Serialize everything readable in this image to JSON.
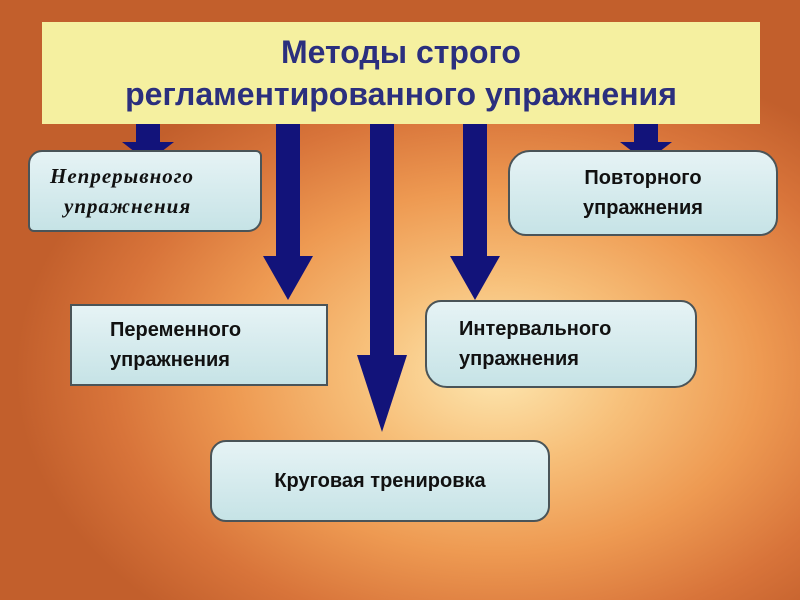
{
  "title": {
    "line1": "Методы строго",
    "line2": "регламентированного  упражнения"
  },
  "nodes": {
    "continuous": {
      "line1": "Непрерывного",
      "line2": "упражнения"
    },
    "repeated": {
      "line1": "Повторного",
      "line2": "упражнения"
    },
    "variable": {
      "line1": "Переменного",
      "line2": "упражнения"
    },
    "interval": {
      "line1": "Интервального",
      "line2": "упражнения"
    },
    "circuit": {
      "line1": "Круговая тренировка"
    }
  },
  "colors": {
    "title_bg": "#f5f0a0",
    "title_text": "#2b2f7e",
    "arrow_fill": "#12137a",
    "box_fill": "#d6ecef"
  }
}
